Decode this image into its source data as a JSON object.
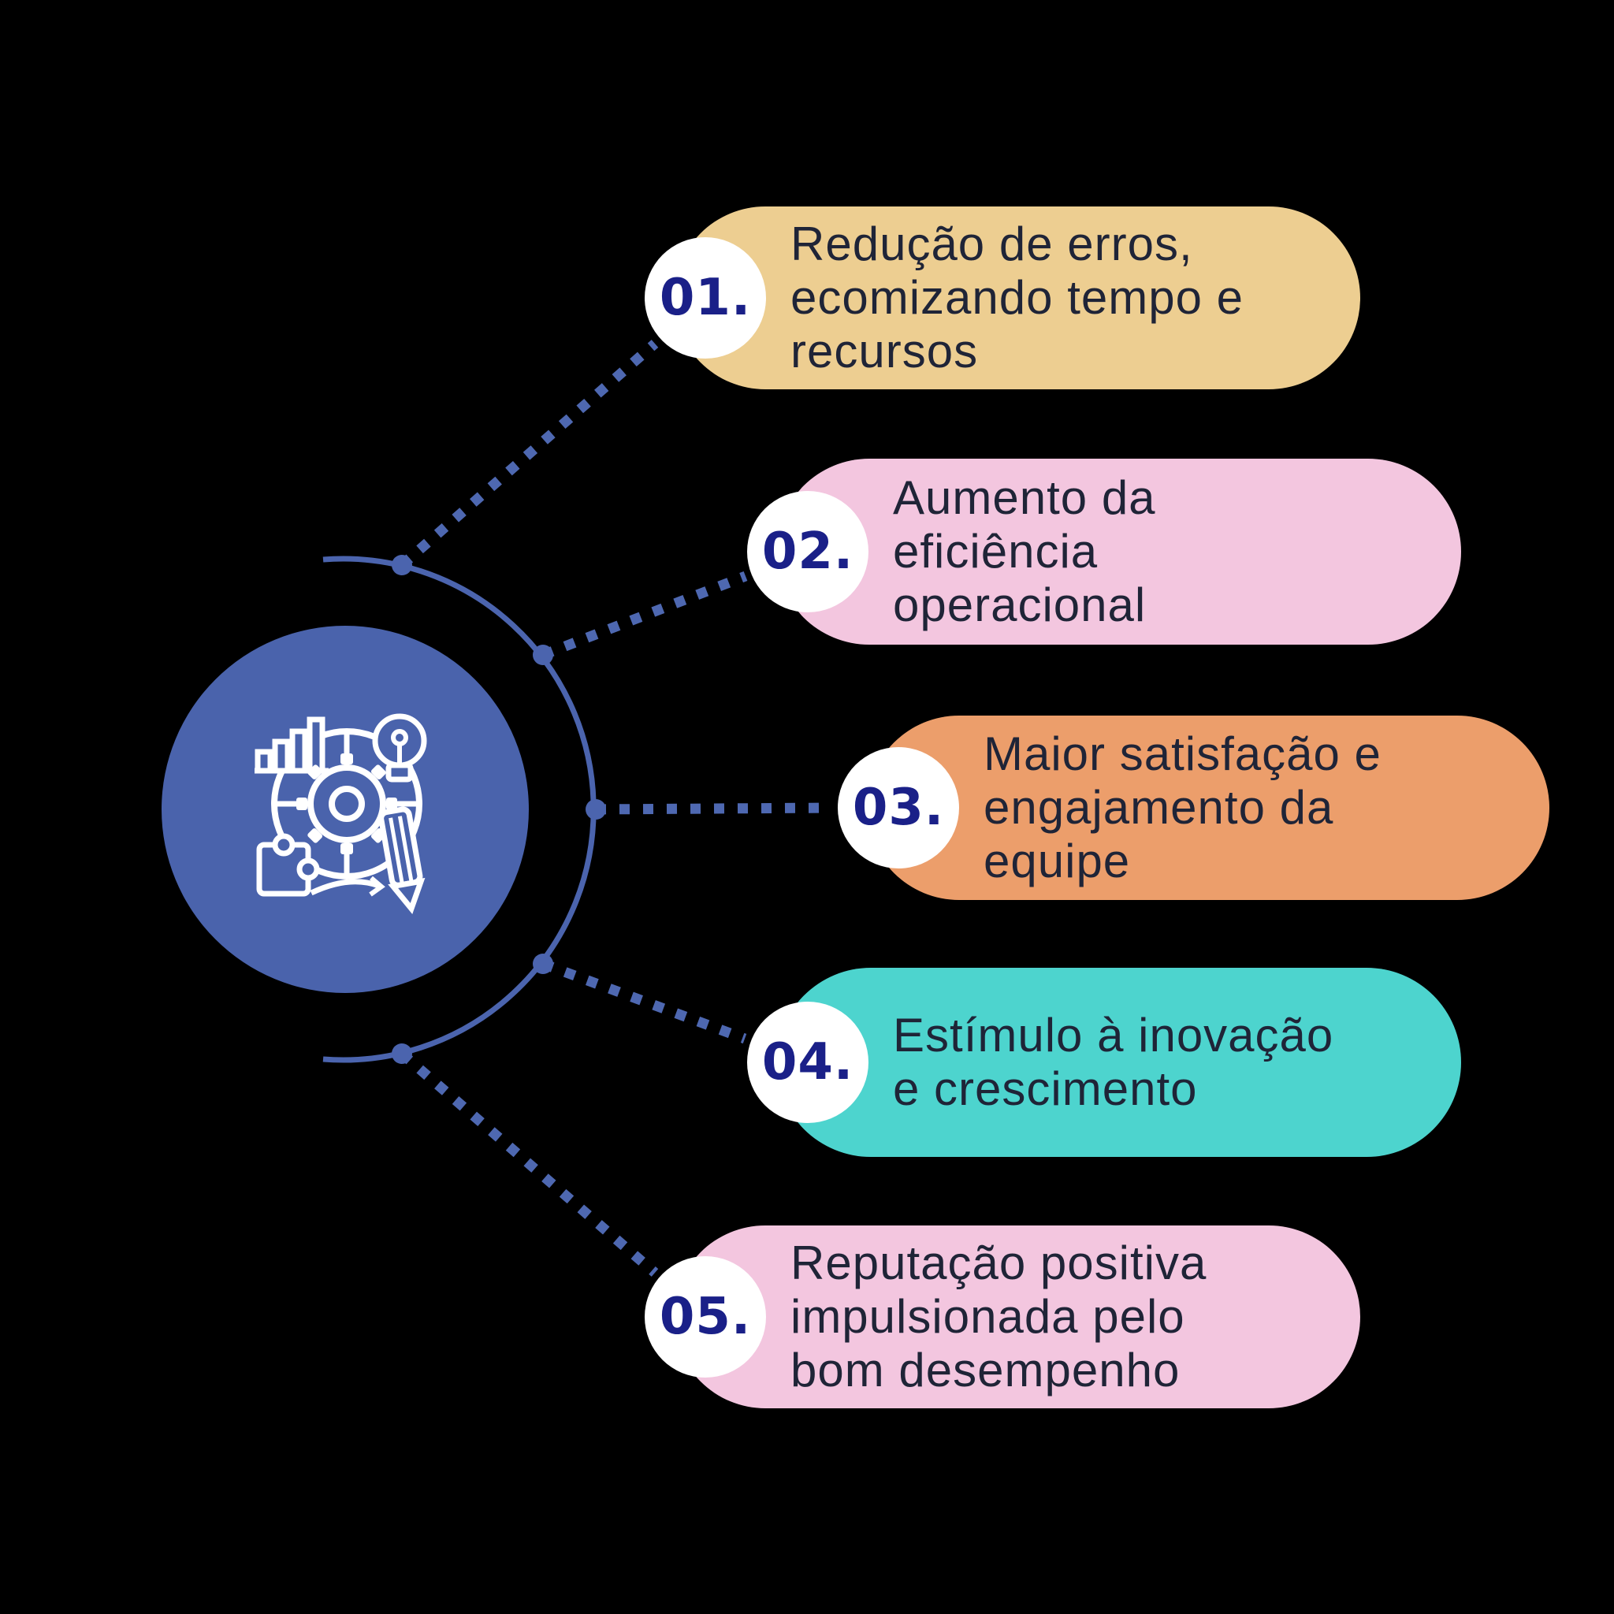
{
  "background": "#000000",
  "colors": {
    "hub": "#4A63AC",
    "arc": "#4B64AE",
    "node": "#4B64AE",
    "dotted": "#4E68B1",
    "badge_bg": "#FFFFFF",
    "number": "#1A2088",
    "text": "#1F2437",
    "icon_stroke": "#FFFFFF"
  },
  "hub": {
    "icon": "process-optimization-icon"
  },
  "items": [
    {
      "number": "01.",
      "pill_color": "#EDCE91",
      "lines": [
        "Redução de erros,",
        "ecomizando tempo e",
        "recursos"
      ]
    },
    {
      "number": "02.",
      "pill_color": "#F3C6DF",
      "lines": [
        "Aumento da",
        "eficiência",
        "operacional"
      ]
    },
    {
      "number": "03.",
      "pill_color": "#EC9E6B",
      "lines": [
        "Maior satisfação e",
        "engajamento da",
        "equipe"
      ]
    },
    {
      "number": "04.",
      "pill_color": "#4DD4CE",
      "lines": [
        "Estímulo à inovação",
        "e crescimento"
      ]
    },
    {
      "number": "05.",
      "pill_color": "#F3C6DF",
      "lines": [
        "Reputação positiva",
        "impulsionada pelo",
        "bom desempenho"
      ]
    }
  ]
}
